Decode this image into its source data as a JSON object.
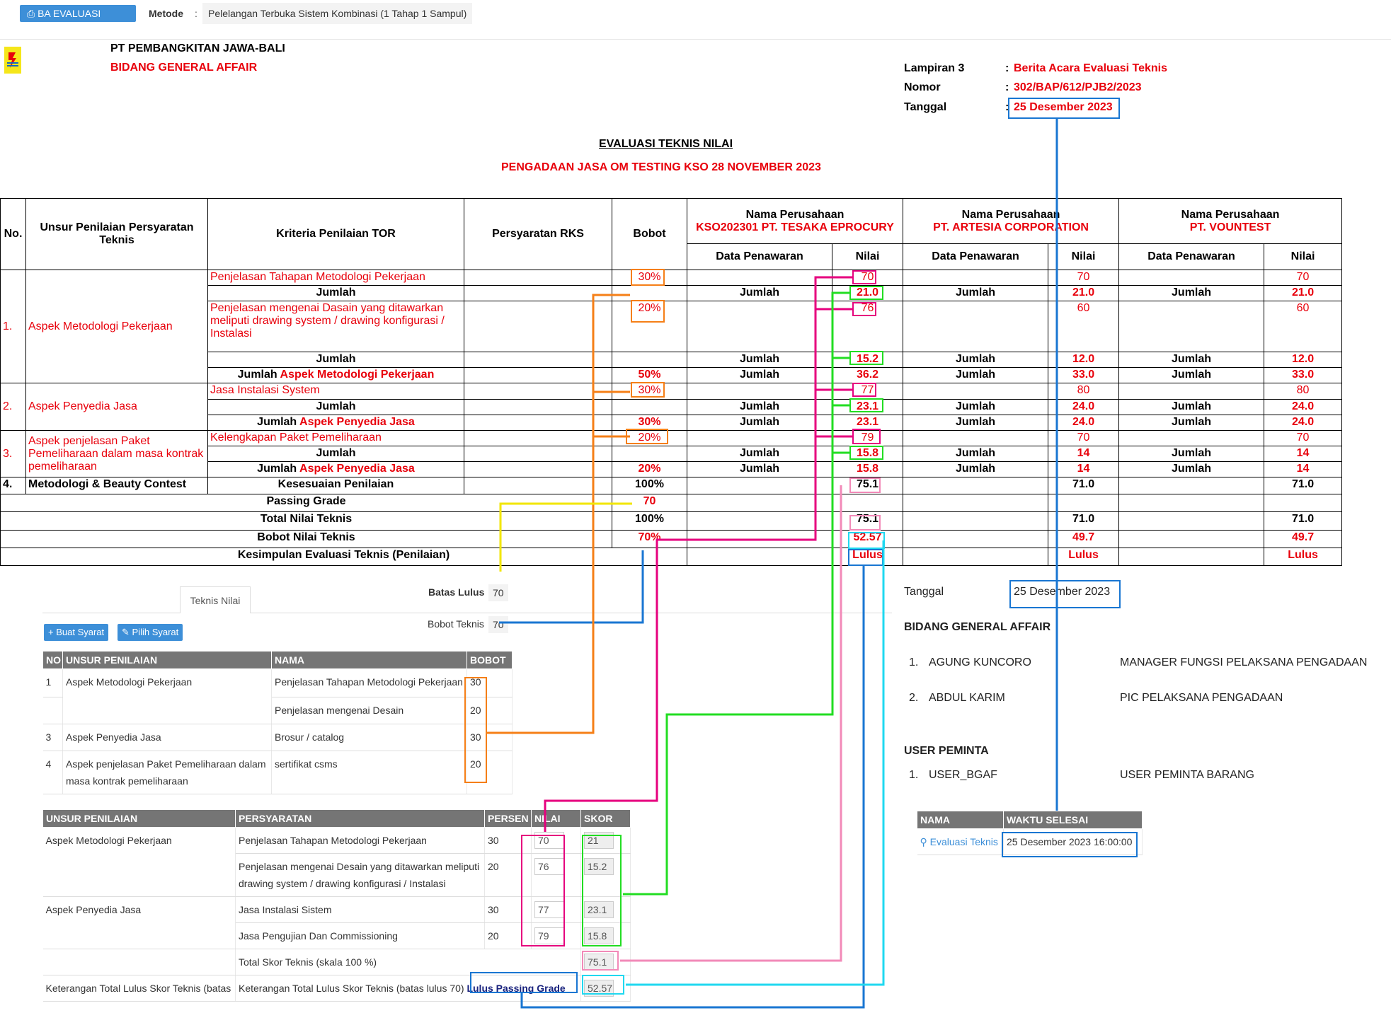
{
  "topbar": {
    "ba_button": "BA EVALUASI TEKNIS",
    "metode_label": "Metode",
    "metode_colon": ":",
    "metode_value": "Pelelangan Terbuka Sistem Kombinasi (1 Tahap 1 Sampul)"
  },
  "header": {
    "company": "PT PEMBANGKITAN JAWA-BALI",
    "division": "BIDANG GENERAL AFFAIR",
    "lampiran_label": "Lampiran 3",
    "lampiran_value": "Berita Acara Evaluasi Teknis",
    "nomor_label": "Nomor",
    "nomor_value": "302/BAP/612/PJB2/2023",
    "tanggal_label": "Tanggal",
    "tanggal_value": "25 Desember 2023",
    "colon": ":",
    "doc_title": "EVALUASI TEKNIS NILAI",
    "doc_subtitle": "PENGADAAN JASA OM TESTING KSO 28 NOVEMBER 2023"
  },
  "main_table": {
    "headers": {
      "no": "No.",
      "unsur": "Unsur Penilaian Persyaratan Teknis",
      "kriteria": "Kriteria Penilaian TOR",
      "persyaratan": "Persyaratan RKS",
      "bobot": "Bobot",
      "nama_perusahaan": "Nama Perusahaan",
      "data_penawaran": "Data Penawaran",
      "nilai": "Nilai"
    },
    "companies": [
      "KSO202301 PT. TESAKA EPROCURY",
      "PT. ARTESIA CORPORATION",
      "PT. VOUNTEST"
    ],
    "jumlah": "Jumlah",
    "sections": [
      {
        "no": "1.",
        "unsur": "Aspek Metodologi Pekerjaan",
        "items": [
          {
            "kriteria": "Penjelasan Tahapan Metodologi Pekerjaan",
            "bobot": "30%",
            "nilai": [
              "70",
              "70",
              "70"
            ],
            "jumlah": [
              "21.0",
              "21.0",
              "21.0"
            ]
          },
          {
            "kriteria": "Penjelasan mengenai Dasain yang ditawarkan meliputi drawing system / drawing konfigurasi / Instalasi",
            "bobot": "20%",
            "nilai": [
              "76",
              "60",
              "60"
            ],
            "jumlah": [
              "15.2",
              "12.0",
              "12.0"
            ]
          }
        ],
        "total_label_prefix": "Jumlah",
        "total_label_name": "Aspek Metodologi Pekerjaan",
        "total_bobot": "50%",
        "total": [
          "36.2",
          "33.0",
          "33.0"
        ]
      },
      {
        "no": "2.",
        "unsur": "Aspek Penyedia Jasa",
        "items": [
          {
            "kriteria": "Jasa Instalasi System",
            "bobot": "30%",
            "nilai": [
              "77",
              "80",
              "80"
            ],
            "jumlah": [
              "23.1",
              "24.0",
              "24.0"
            ]
          }
        ],
        "total_label_prefix": "Jumlah",
        "total_label_name": "Aspek Penyedia Jasa",
        "total_bobot": "30%",
        "total": [
          "23.1",
          "24.0",
          "24.0"
        ]
      },
      {
        "no": "3.",
        "unsur": "Aspek penjelasan Paket Pemeliharaan dalam masa kontrak pemeliharaan",
        "items": [
          {
            "kriteria": "Kelengkapan Paket Pemeliharaan",
            "bobot": "20%",
            "nilai": [
              "79",
              "70",
              "70"
            ],
            "jumlah": [
              "15.8",
              "14",
              "14"
            ]
          }
        ],
        "total_label_prefix": "Jumlah",
        "total_label_name": "Aspek Penyedia Jasa",
        "total_bobot": "20%",
        "total": [
          "15.8",
          "14",
          "14"
        ]
      }
    ],
    "row4": {
      "no": "4.",
      "unsur": "Metodologi & Beauty Contest",
      "kriteria": "Kesesuaian Penilaian",
      "bobot": "100%",
      "values": [
        "75.1",
        "71.0",
        "71.0"
      ]
    },
    "passing_grade": {
      "label": "Passing Grade",
      "value": "70"
    },
    "total_nilai": {
      "label": "Total Nilai Teknis",
      "bobot": "100%",
      "values": [
        "75.1",
        "71.0",
        "71.0"
      ]
    },
    "bobot_nilai": {
      "label": "Bobot Nilai Teknis",
      "bobot": "70%",
      "values": [
        "52.57",
        "49.7",
        "49.7"
      ]
    },
    "kesimpulan": {
      "label": "Kesimpulan Evaluasi Teknis (Penilaian)",
      "values": [
        "Lulus",
        "Lulus",
        "Lulus"
      ]
    }
  },
  "panel": {
    "tab": "Teknis Nilai",
    "batas_lulus_label": "Batas Lulus",
    "batas_lulus_value": "70",
    "bobot_teknis_label": "Bobot Teknis",
    "bobot_teknis_value": "70",
    "buat_syarat": "Buat Syarat",
    "pilih_syarat": "Pilih Syarat",
    "syarat_headers": [
      "NO",
      "UNSUR PENILAIAN",
      "NAMA",
      "BOBOT"
    ],
    "syarat_rows": [
      {
        "no": "1",
        "unsur": "Aspek Metodologi Pekerjaan",
        "nama": "Penjelasan Tahapan Metodologi Pekerjaan",
        "bobot": "30"
      },
      {
        "no": "",
        "unsur": "",
        "nama": "Penjelasan mengenai Desain",
        "bobot": "20"
      },
      {
        "no": "3",
        "unsur": "Aspek Penyedia Jasa",
        "nama": "Brosur / catalog",
        "bobot": "30"
      },
      {
        "no": "4",
        "unsur": "Aspek penjelasan Paket Pemeliharaan dalam masa kontrak pemeliharaan",
        "nama": "sertifikat csms",
        "bobot": "20"
      }
    ],
    "nilai_headers": [
      "UNSUR PENILAIAN",
      "PERSYARATAN",
      "PERSEN",
      "NILAI",
      "SKOR"
    ],
    "nilai_rows": [
      {
        "unsur": "Aspek Metodologi Pekerjaan",
        "persyaratan": "Penjelasan Tahapan Metodologi Pekerjaan",
        "persen": "30",
        "nilai": "70",
        "skor": "21"
      },
      {
        "unsur": "",
        "persyaratan": "Penjelasan mengenai Desain yang ditawarkan meliputi drawing system / drawing konfigurasi / Instalasi",
        "persen": "20",
        "nilai": "76",
        "skor": "15.2"
      },
      {
        "unsur": "Aspek Penyedia Jasa",
        "persyaratan": "Jasa Instalasi Sistem",
        "persen": "30",
        "nilai": "77",
        "skor": "23.1"
      },
      {
        "unsur": "",
        "persyaratan": "Jasa Pengujian Dan Commissioning",
        "persen": "20",
        "nilai": "79",
        "skor": "15.8"
      }
    ],
    "total_skor_label": "Total Skor Teknis (skala 100 %)",
    "total_skor_value": "75.1",
    "keterangan_left": "Keterangan Total Lulus Skor Teknis (batas",
    "keterangan_label": "Keterangan Total Lulus Skor Teknis (batas lulus 70)",
    "keterangan_status": "Lulus Passing Grade",
    "keterangan_value": "52.57"
  },
  "signature": {
    "tanggal_label": "Tanggal",
    "tanggal_value": "25 Desember 2023",
    "division": "BIDANG GENERAL AFFAIR",
    "people": [
      {
        "no": "1.",
        "name": "AGUNG KUNCORO",
        "role": "MANAGER FUNGSI PELAKSANA PENGADAAN"
      },
      {
        "no": "2.",
        "name": "ABDUL KARIM",
        "role": "PIC PELAKSANA PENGADAAN"
      }
    ],
    "user_peminta": "USER PEMINTA",
    "users": [
      {
        "no": "1.",
        "name": "USER_BGAF",
        "role": "USER PEMINTA BARANG"
      }
    ],
    "table_headers": [
      "NAMA",
      "WAKTU SELESAI"
    ],
    "table_row": {
      "nama": "Evaluasi Teknis",
      "waktu": "25 Desember 2023 16:00:00"
    }
  },
  "colors": {
    "red": "#e8000b",
    "blue_button": "#3d8fd8",
    "orange": "#f57f17",
    "pink": "#e6007e",
    "green": "#22dd22",
    "blue": "#1976d2",
    "cyan": "#20d8f0",
    "light_pink": "#f28ab8",
    "yellow": "#f2e600"
  },
  "icons": [
    "print-icon",
    "plus-icon",
    "edit-icon",
    "search-icon",
    "pln-logo-icon"
  ]
}
